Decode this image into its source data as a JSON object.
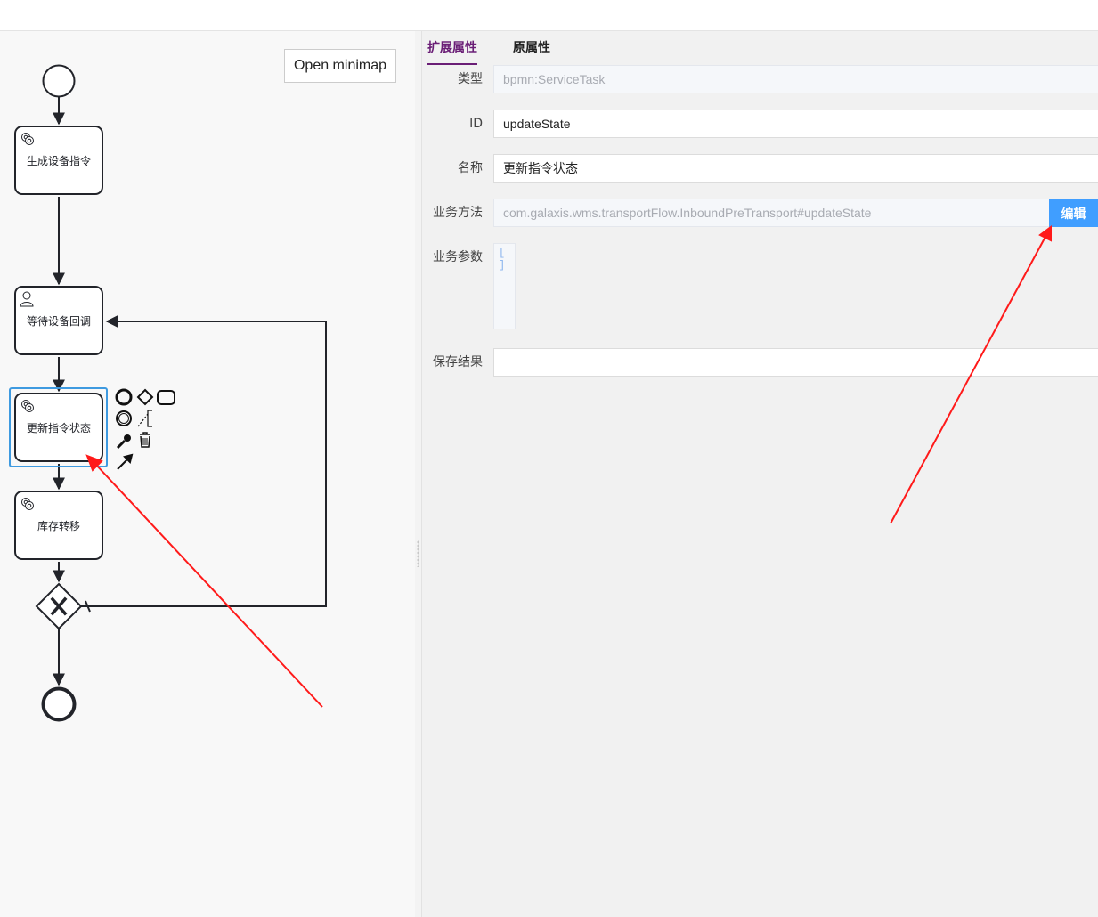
{
  "canvas": {
    "minimap_button": "Open minimap",
    "tasks": [
      {
        "label": "生成设备指令",
        "icon": "gear-icon"
      },
      {
        "label": "等待设备回调",
        "icon": "user-icon"
      },
      {
        "label": "更新指令状态",
        "icon": "gear-icon"
      },
      {
        "label": "库存转移",
        "icon": "gear-icon"
      }
    ],
    "gateway_icon": "exclusive-gateway-x-icon"
  },
  "panel": {
    "tabs": [
      {
        "label": "扩展属性",
        "active": true
      },
      {
        "label": "原属性",
        "active": false
      }
    ],
    "fields": {
      "type": {
        "label": "类型",
        "value": "bpmn:ServiceTask"
      },
      "id": {
        "label": "ID",
        "value": "updateState"
      },
      "name": {
        "label": "名称",
        "value": "更新指令状态"
      },
      "method": {
        "label": "业务方法",
        "value": "com.galaxis.wms.transportFlow.InboundPreTransport#updateState",
        "button": "编辑"
      },
      "params": {
        "label": "业务参数",
        "value": "[ ]"
      },
      "result": {
        "label": "保存结果",
        "value": ""
      }
    }
  },
  "colors": {
    "accent_tab": "#6a1e76",
    "edit_button": "#409eff",
    "selection": "#3e9ae0",
    "annotation_arrow": "#ff1a1a"
  }
}
